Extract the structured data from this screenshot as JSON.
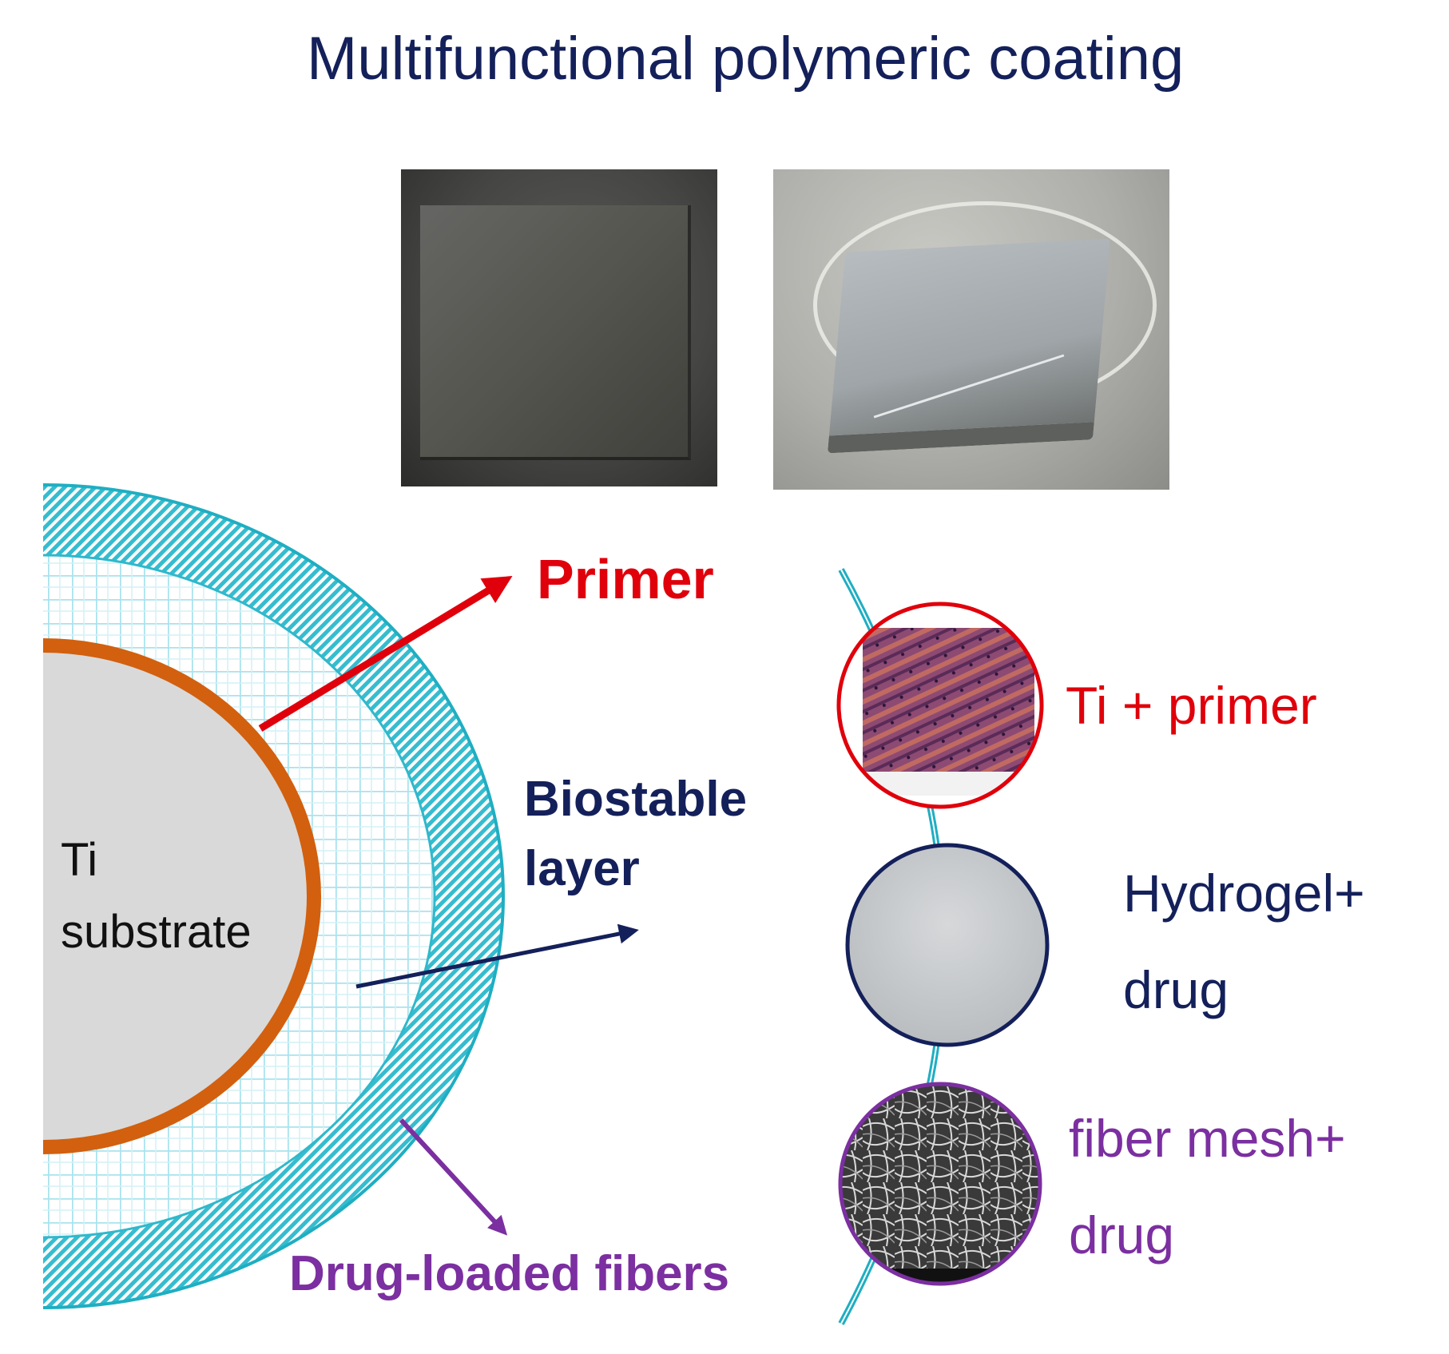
{
  "title": "Multifunctional polymeric coating",
  "photos": {
    "left": "uncoated-titanium-sample-photo",
    "right": "coated-sample-in-dish-photo"
  },
  "diagram": {
    "substrate_label_line1": "Ti",
    "substrate_label_line2": "substrate",
    "callouts": {
      "primer": "Primer",
      "biostable_line1": "Biostable",
      "biostable_line2": "layer",
      "fibers": "Drug-loaded fibers"
    }
  },
  "insets": {
    "ti_primer": "Ti + primer",
    "hydrogel_line1": "Hydrogel+",
    "hydrogel_line2": "drug",
    "fiber_line1": "fiber mesh+",
    "fiber_line2": "drug"
  },
  "colors": {
    "title": "#14205a",
    "primer": "#e0000b",
    "biostable": "#14205a",
    "fibers": "#7b2fa0",
    "primer_ring": "#d2600e",
    "fiber_layer": "#2cb6c9",
    "substrate": "#d9d9d9"
  }
}
